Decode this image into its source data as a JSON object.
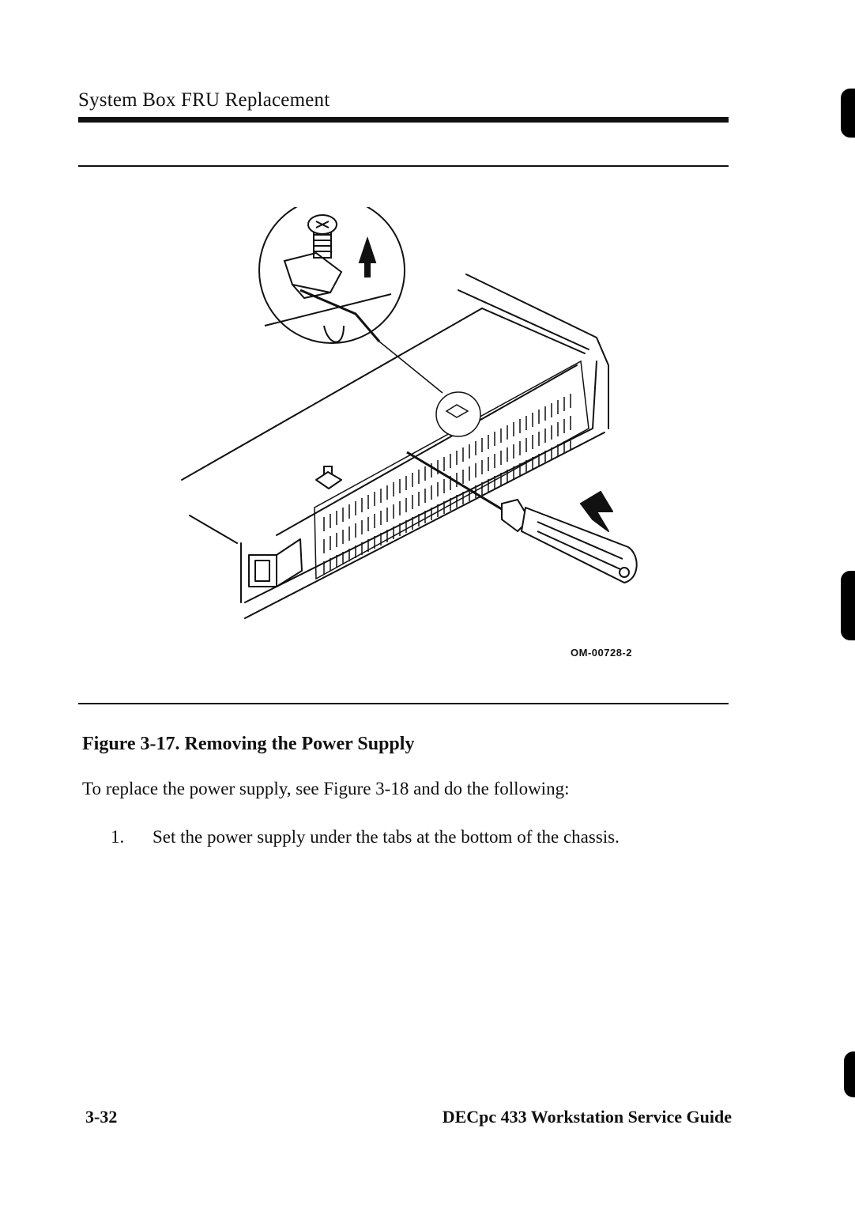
{
  "header": {
    "title": "System Box FRU Replacement"
  },
  "figure": {
    "art_id": "OM-00728-2",
    "caption": "Figure 3-17.  Removing the Power Supply"
  },
  "body": {
    "intro": "To replace the power supply, see Figure 3-18 and do the following:",
    "steps": [
      {
        "number": "1.",
        "text": "Set the power supply under the tabs at the bottom of the chassis."
      }
    ]
  },
  "footer": {
    "page_number": "3-32",
    "book_title": "DECpc 433 Workstation Service Guide"
  }
}
